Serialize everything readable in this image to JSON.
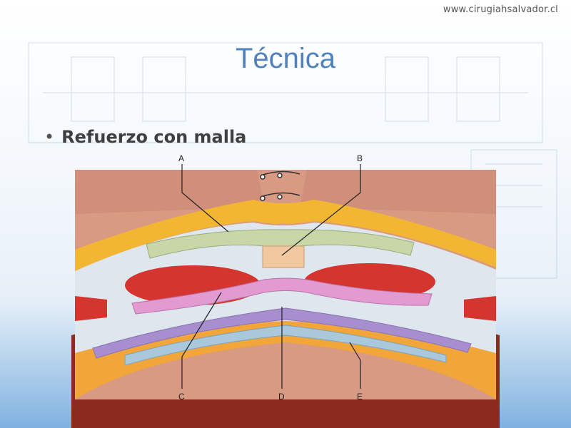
{
  "header": {
    "website": "www.cirugiahsalvador.cl"
  },
  "slide": {
    "title": "Técnica",
    "bullet": "Refuerzo con malla"
  },
  "diagram": {
    "labels": {
      "a": "A",
      "b": "B",
      "c": "C",
      "d": "D",
      "e": "E"
    },
    "colors": {
      "fat": "#f2b632",
      "skin": "#d89a82",
      "muscle": "#d4352e",
      "mesh": "#c8d6a8",
      "pink_layer": "#e39ad0",
      "purple_layer": "#a78fcf",
      "blue_layer": "#a9c8dc",
      "fascia": "#dfe7ee"
    }
  }
}
